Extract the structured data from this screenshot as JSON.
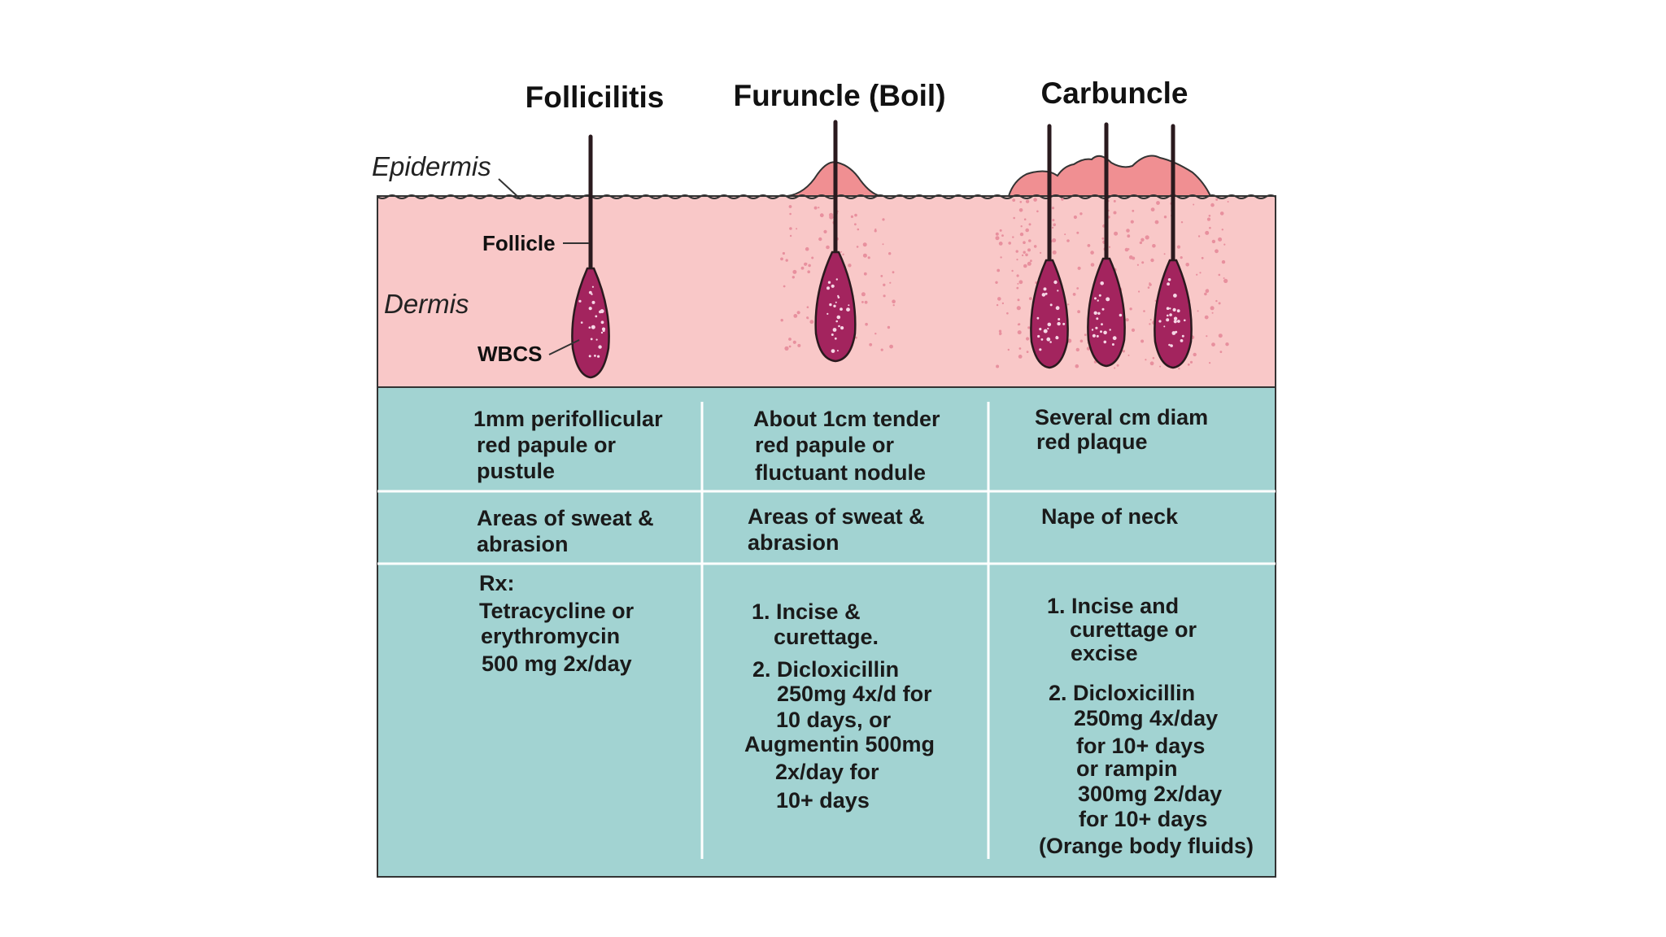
{
  "columns": [
    {
      "title": "Follicilitis",
      "appearance": [
        "1mm perifollicular",
        "red papule or",
        "pustule"
      ],
      "location": [
        "Areas of sweat &",
        "abrasion"
      ],
      "treatment": [
        "Rx:",
        "Tetracycline or",
        "erythromycin",
        "500 mg 2x/day"
      ]
    },
    {
      "title": "Furuncle (Boil)",
      "appearance": [
        "About 1cm tender",
        "red papule or",
        "fluctuant nodule"
      ],
      "location": [
        "Areas of sweat &",
        "abrasion"
      ],
      "treatment": [
        "1. Incise &",
        "curettage.",
        "2. Dicloxicillin",
        "250mg 4x/d for",
        "10 days, or",
        "Augmentin 500mg",
        "2x/day for",
        "10+ days"
      ]
    },
    {
      "title": "Carbuncle",
      "appearance": [
        "Several cm diam",
        "red plaque"
      ],
      "location": [
        "Nape of neck"
      ],
      "treatment": [
        "1. Incise and",
        "curettage or",
        "excise",
        "2. Dicloxicillin",
        "250mg 4x/day",
        "for 10+ days",
        "or rampin",
        "300mg 2x/day",
        "for 10+ days",
        "(Orange body fluids)"
      ]
    }
  ],
  "layers": {
    "epidermis": "Epidermis",
    "dermis": "Dermis"
  },
  "callouts": {
    "follicle": "Follicle",
    "wbcs": "WBCS"
  },
  "colors": {
    "dermis": "#f9c8c8",
    "inflamed_bump": "#f08f92",
    "bulb": "#a3245e",
    "table": "#a2d3d2",
    "hair": "#2a1a1e"
  }
}
